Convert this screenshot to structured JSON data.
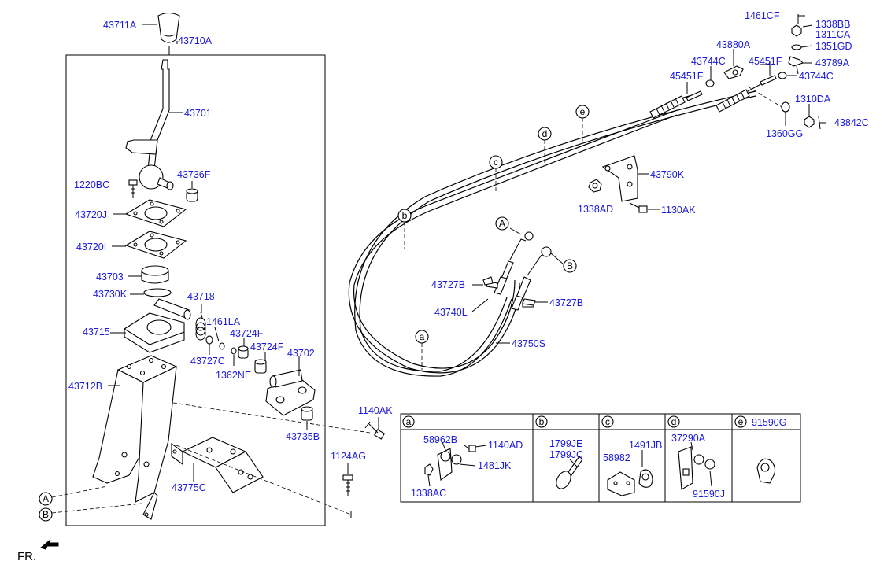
{
  "footer": {
    "front_label": "FR."
  },
  "parts": [
    {
      "id": "p01",
      "code": "43711A"
    },
    {
      "id": "p02",
      "code": "43710A"
    },
    {
      "id": "p03",
      "code": "43701"
    },
    {
      "id": "p04",
      "code": "1220BC"
    },
    {
      "id": "p05",
      "code": "43736F"
    },
    {
      "id": "p06",
      "code": "43720J"
    },
    {
      "id": "p07",
      "code": "43720I"
    },
    {
      "id": "p08",
      "code": "43703"
    },
    {
      "id": "p09",
      "code": "43730K"
    },
    {
      "id": "p10",
      "code": "43718"
    },
    {
      "id": "p11",
      "code": "43715"
    },
    {
      "id": "p12",
      "code": "1461LA"
    },
    {
      "id": "p13",
      "code": "43724F"
    },
    {
      "id": "p14",
      "code": "43724F"
    },
    {
      "id": "p15",
      "code": "43702"
    },
    {
      "id": "p16",
      "code": "43727C"
    },
    {
      "id": "p17",
      "code": "1362NE"
    },
    {
      "id": "p18",
      "code": "43712B"
    },
    {
      "id": "p19",
      "code": "43735B"
    },
    {
      "id": "p20",
      "code": "1140AK"
    },
    {
      "id": "p21",
      "code": "1124AG"
    },
    {
      "id": "p22",
      "code": "43775C"
    },
    {
      "id": "p23",
      "code": "1461CF"
    },
    {
      "id": "p24",
      "code": "1338BB"
    },
    {
      "id": "p25",
      "code": "1311CA"
    },
    {
      "id": "p26",
      "code": "1351GD"
    },
    {
      "id": "p27",
      "code": "43880A"
    },
    {
      "id": "p28",
      "code": "43744C"
    },
    {
      "id": "p29",
      "code": "45451F"
    },
    {
      "id": "p30",
      "code": "45451F"
    },
    {
      "id": "p31",
      "code": "43789A"
    },
    {
      "id": "p32",
      "code": "43744C"
    },
    {
      "id": "p33",
      "code": "1310DA"
    },
    {
      "id": "p34",
      "code": "1360GG"
    },
    {
      "id": "p35",
      "code": "43842C"
    },
    {
      "id": "p36",
      "code": "43790K"
    },
    {
      "id": "p37",
      "code": "1338AD"
    },
    {
      "id": "p38",
      "code": "1130AK"
    },
    {
      "id": "p39",
      "code": "43727B"
    },
    {
      "id": "p40",
      "code": "43740L"
    },
    {
      "id": "p41",
      "code": "43727B"
    },
    {
      "id": "p42",
      "code": "43750S"
    },
    {
      "id": "p43",
      "code": "58962B"
    },
    {
      "id": "p44",
      "code": "1140AD"
    },
    {
      "id": "p45",
      "code": "1481JK"
    },
    {
      "id": "p46",
      "code": "1338AC"
    },
    {
      "id": "p47",
      "code": "1799JE"
    },
    {
      "id": "p48",
      "code": "1799JC"
    },
    {
      "id": "p49",
      "code": "1491JB"
    },
    {
      "id": "p50",
      "code": "58982"
    },
    {
      "id": "p51",
      "code": "37290A"
    },
    {
      "id": "p52",
      "code": "91590J"
    }
  ],
  "refs": [
    {
      "id": "rA1",
      "letter": "A"
    },
    {
      "id": "rB1",
      "letter": "B"
    },
    {
      "id": "rA2",
      "letter": "A"
    },
    {
      "id": "rB2",
      "letter": "B"
    },
    {
      "id": "ra",
      "letter": "a"
    },
    {
      "id": "rb",
      "letter": "b"
    },
    {
      "id": "rc",
      "letter": "c"
    },
    {
      "id": "rd",
      "letter": "d"
    },
    {
      "id": "re",
      "letter": "e"
    }
  ],
  "detail_table": {
    "columns": [
      {
        "id": "a",
        "letter": "a",
        "title": ""
      },
      {
        "id": "b",
        "letter": "b",
        "title": ""
      },
      {
        "id": "c",
        "letter": "c",
        "title": ""
      },
      {
        "id": "d",
        "letter": "d",
        "title": ""
      },
      {
        "id": "e",
        "letter": "e",
        "title": "91590G"
      }
    ]
  }
}
